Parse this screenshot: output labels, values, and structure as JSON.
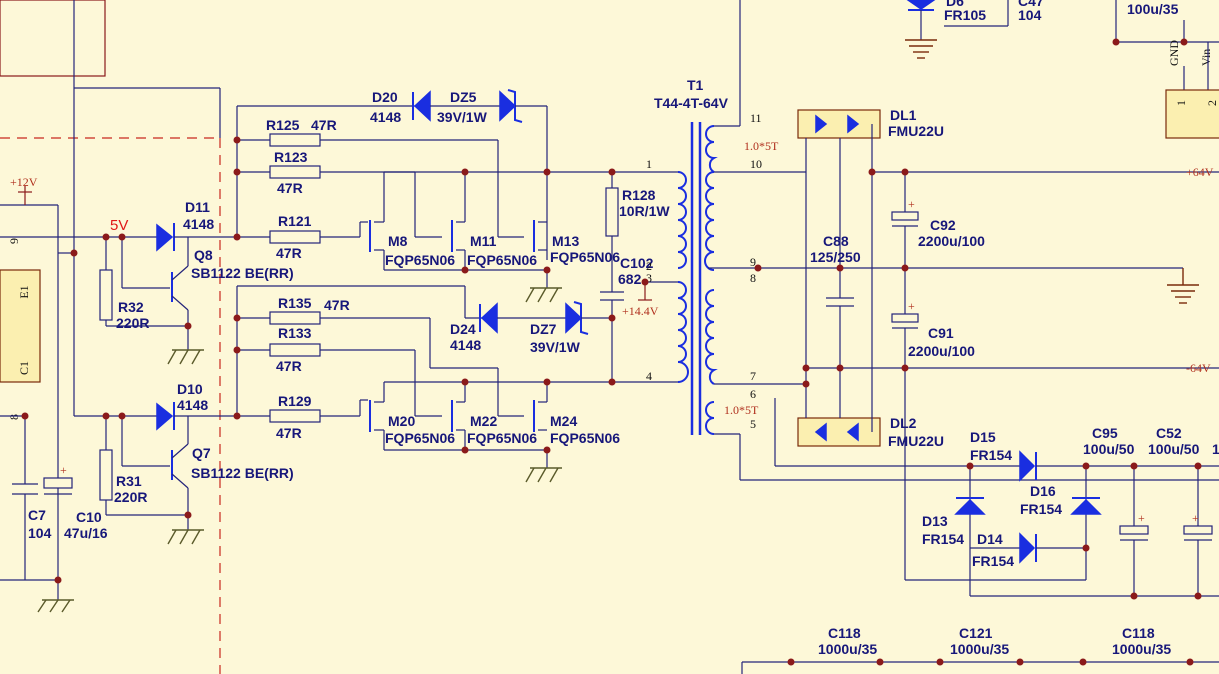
{
  "transformer": {
    "ref": "T1",
    "value": "T44-4T-64V",
    "turns_top": "1.0*5T",
    "turns_bottom": "1.0*5T",
    "pins": [
      "1",
      "2",
      "3",
      "4",
      "11",
      "10",
      "9",
      "8",
      "7",
      "6",
      "5"
    ]
  },
  "nets": {
    "v12": "+12V",
    "v5": "5V",
    "v14": "+14.4V",
    "v64p": "+64V",
    "v64n": "-64V"
  },
  "parts": {
    "D20": {
      "ref": "D20",
      "val": "4148"
    },
    "DZ5": {
      "ref": "DZ5",
      "val": "39V/1W"
    },
    "R125": {
      "ref": "R125",
      "val": "47R"
    },
    "R123": {
      "ref": "R123",
      "val": "47R"
    },
    "R121": {
      "ref": "R121",
      "val": "47R"
    },
    "R128": {
      "ref": "R128",
      "val": "10R/1W"
    },
    "C102": {
      "ref": "C102",
      "val": "682"
    },
    "M8": {
      "ref": "M8",
      "val": "FQP65N06"
    },
    "M11": {
      "ref": "M11",
      "val": "FQP65N06"
    },
    "M13": {
      "ref": "M13",
      "val": "FQP65N06"
    },
    "D11": {
      "ref": "D11",
      "val": "4148"
    },
    "Q8": {
      "ref": "Q8",
      "val": "SB1122 BE(RR)"
    },
    "R32": {
      "ref": "R32",
      "val": "220R"
    },
    "R135": {
      "ref": "R135",
      "val": "47R"
    },
    "R133": {
      "ref": "R133",
      "val": "47R"
    },
    "R129": {
      "ref": "R129",
      "val": "47R"
    },
    "D24": {
      "ref": "D24",
      "val": "4148"
    },
    "DZ7": {
      "ref": "DZ7",
      "val": "39V/1W"
    },
    "M20": {
      "ref": "M20",
      "val": "FQP65N06"
    },
    "M22": {
      "ref": "M22",
      "val": "FQP65N06"
    },
    "M24": {
      "ref": "M24",
      "val": "FQP65N06"
    },
    "D10": {
      "ref": "D10",
      "val": "4148"
    },
    "Q7": {
      "ref": "Q7",
      "val": "SB1122 BE(RR)"
    },
    "R31": {
      "ref": "R31",
      "val": "220R"
    },
    "C7": {
      "ref": "C7",
      "val": "104"
    },
    "C10": {
      "ref": "C10",
      "val": "47u/16"
    },
    "DL1": {
      "ref": "DL1",
      "val": "FMU22U"
    },
    "DL2": {
      "ref": "DL2",
      "val": "FMU22U"
    },
    "C88": {
      "ref": "C88",
      "val": "125/250"
    },
    "C92": {
      "ref": "C92",
      "val": "2200u/100"
    },
    "C91": {
      "ref": "C91",
      "val": "2200u/100"
    },
    "D15": {
      "ref": "D15",
      "val": "FR154"
    },
    "D16": {
      "ref": "D16",
      "val": "FR154"
    },
    "D13": {
      "ref": "D13",
      "val": "FR154"
    },
    "D14": {
      "ref": "D14",
      "val": "FR154"
    },
    "C95": {
      "ref": "C95",
      "val": "100u/50"
    },
    "C52": {
      "ref": "C52",
      "val": "100u/50"
    },
    "C118a": {
      "ref": "C118",
      "val": "1000u/35"
    },
    "C121": {
      "ref": "C121",
      "val": "1000u/35"
    },
    "C118b": {
      "ref": "C118",
      "val": "1000u/35"
    },
    "D6": {
      "ref": "D6",
      "val": "FR105"
    },
    "C47": {
      "ref": "C47",
      "val": "104"
    },
    "Ctop": {
      "val": "100u/35"
    }
  },
  "connectors": {
    "left_pin9": "9",
    "left_pin8": "8",
    "E1": "E1",
    "C1": "C1",
    "GND": "GND",
    "Vin": "Vin",
    "p1": "1",
    "p2": "2",
    "edge_one": "1"
  }
}
